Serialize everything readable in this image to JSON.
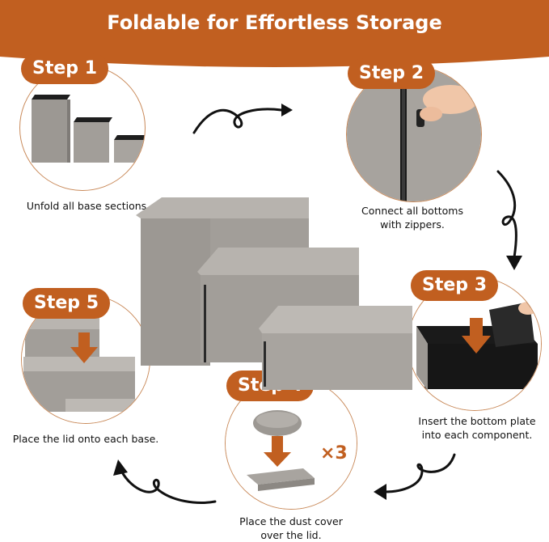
{
  "banner": {
    "title": "Foldable for Effortless Storage",
    "color": "#c15f20"
  },
  "steps": [
    {
      "label": "Step 1",
      "caption": "Unfold all base sections."
    },
    {
      "label": "Step 2",
      "caption_line1": "Connect all bottoms",
      "caption_line2": "with zippers."
    },
    {
      "label": "Step 3",
      "caption_line1": "Insert the bottom plate",
      "caption_line2": "into each component."
    },
    {
      "label": "Step 4",
      "caption_line1": "Place the dust cover",
      "caption_line2": "over the lid.",
      "multiplier": "×3"
    },
    {
      "label": "Step 5",
      "caption": "Place the lid onto each base."
    }
  ],
  "colors": {
    "accent": "#c15f20",
    "fabric": "#9c9893",
    "fabric_light": "#bdb9b4",
    "dark": "#1a1a1a"
  }
}
